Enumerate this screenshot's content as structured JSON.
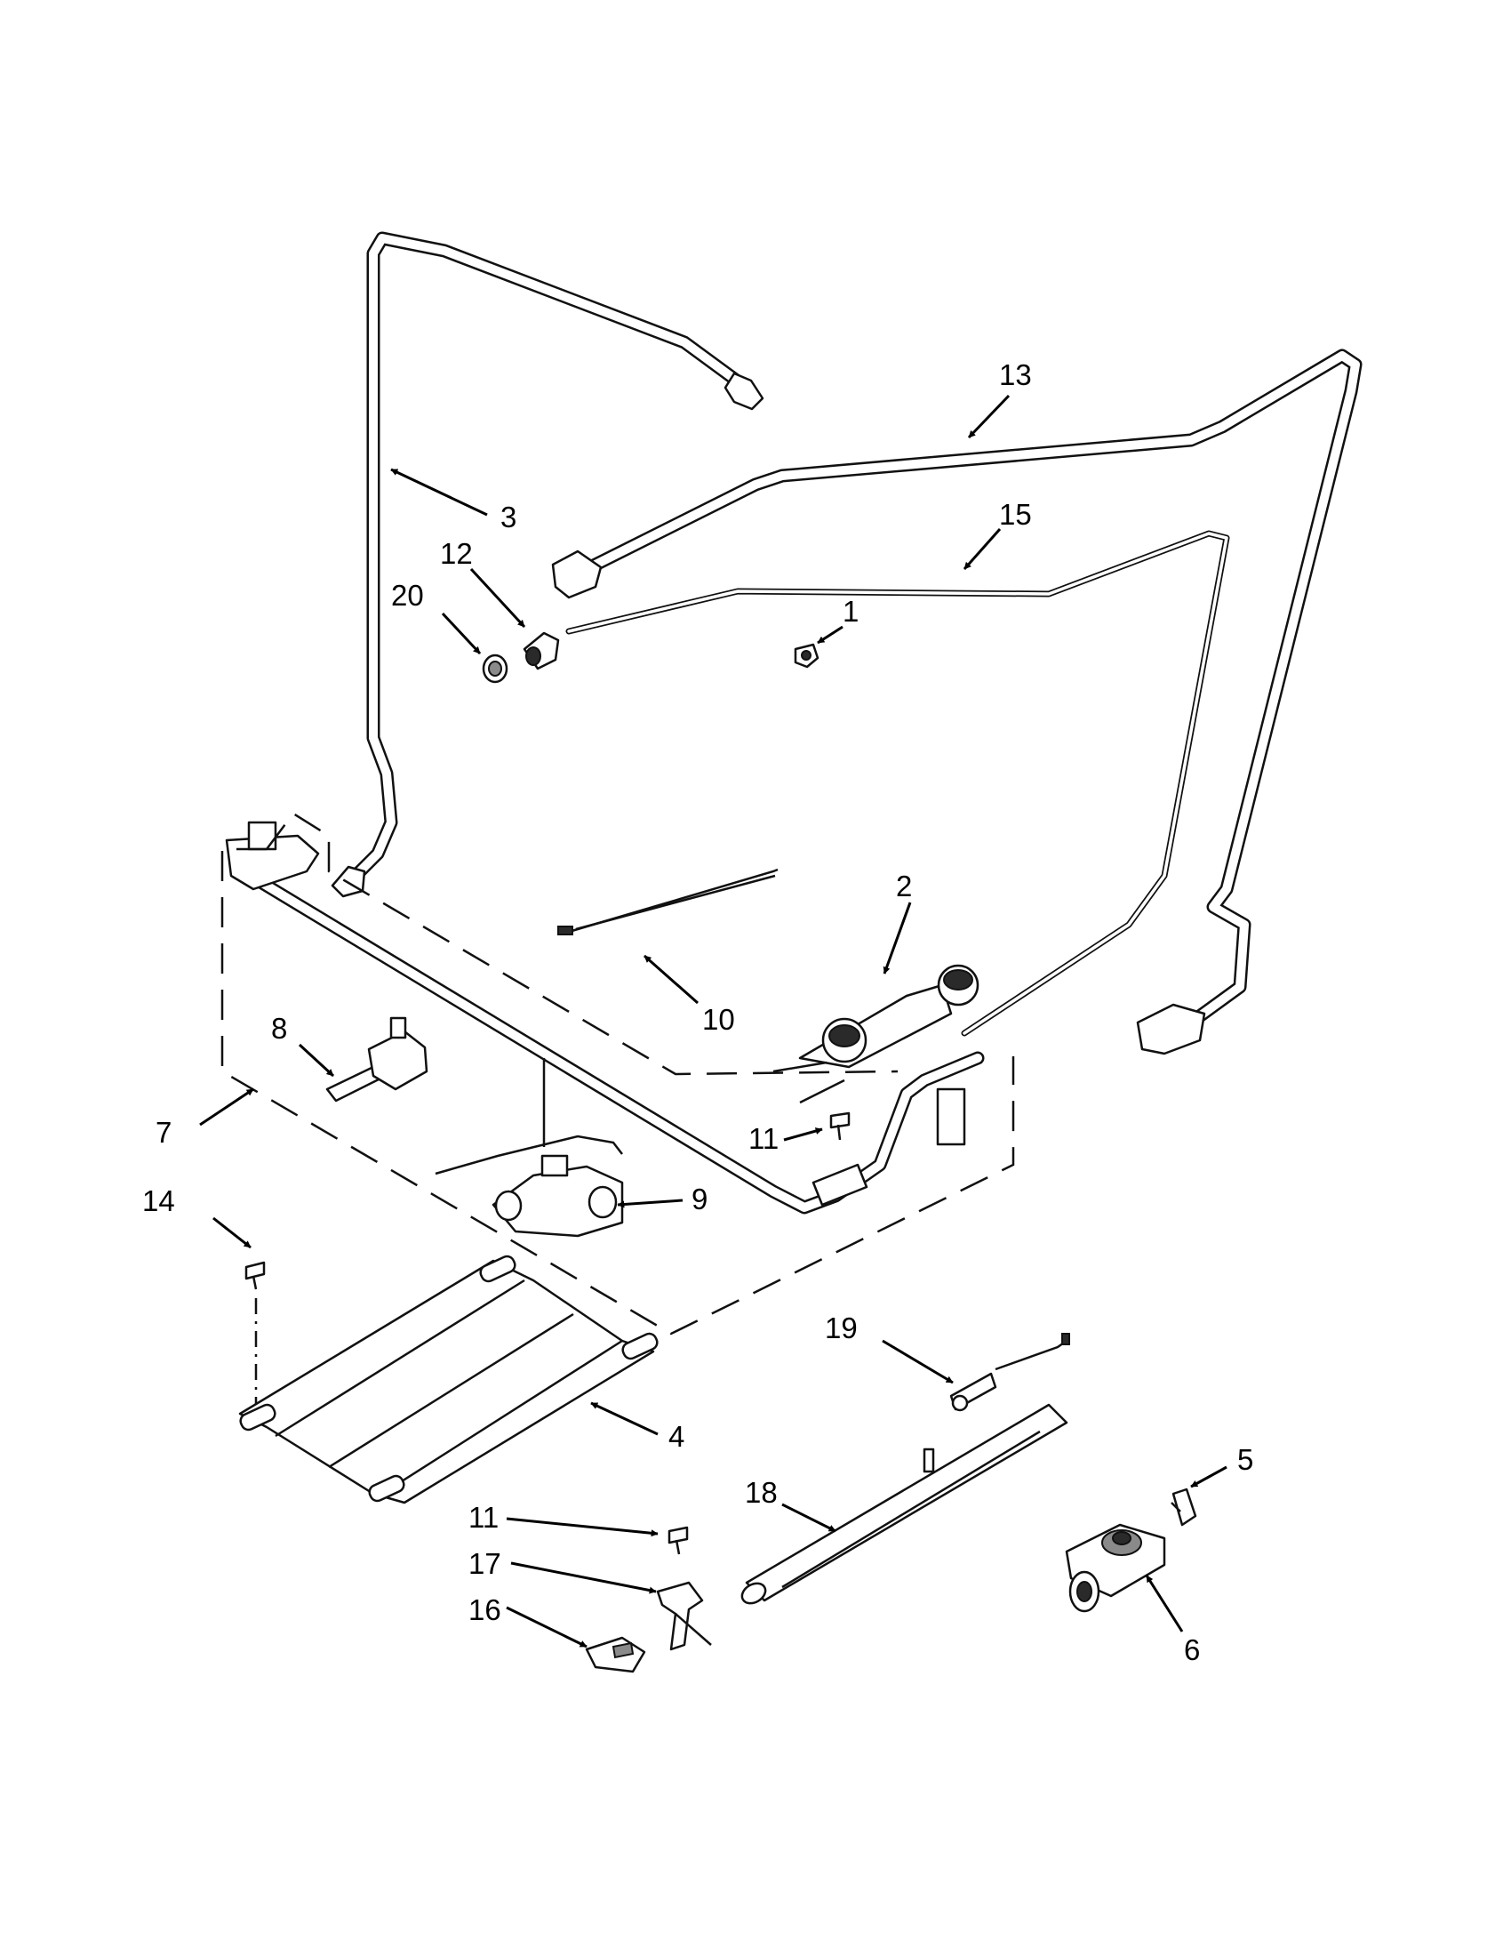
{
  "diagram": {
    "callouts": [
      {
        "id": "c1",
        "text": "1"
      },
      {
        "id": "c2",
        "text": "2"
      },
      {
        "id": "c3",
        "text": "3"
      },
      {
        "id": "c4",
        "text": "4"
      },
      {
        "id": "c5",
        "text": "5"
      },
      {
        "id": "c6",
        "text": "6"
      },
      {
        "id": "c7",
        "text": "7"
      },
      {
        "id": "c8",
        "text": "8"
      },
      {
        "id": "c9",
        "text": "9"
      },
      {
        "id": "c10",
        "text": "10"
      },
      {
        "id": "c11a",
        "text": "11"
      },
      {
        "id": "c11b",
        "text": "11"
      },
      {
        "id": "c12",
        "text": "12"
      },
      {
        "id": "c13",
        "text": "13"
      },
      {
        "id": "c14",
        "text": "14"
      },
      {
        "id": "c15",
        "text": "15"
      },
      {
        "id": "c16",
        "text": "16"
      },
      {
        "id": "c17",
        "text": "17"
      },
      {
        "id": "c18",
        "text": "18"
      },
      {
        "id": "c19",
        "text": "19"
      },
      {
        "id": "c20",
        "text": "20"
      }
    ]
  }
}
